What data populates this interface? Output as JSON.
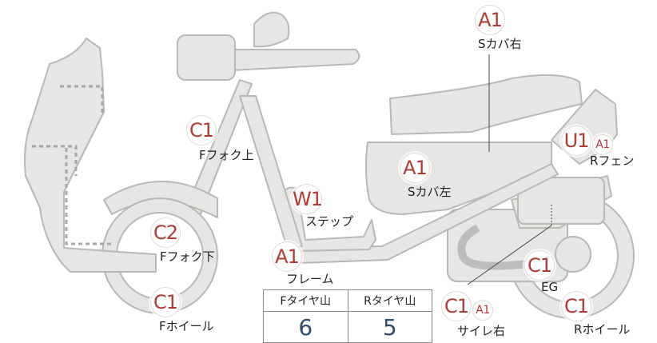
{
  "parts": {
    "s_cover_right": {
      "code": "A1",
      "label": "Sカバ右"
    },
    "f_fork_upper": {
      "code": "C1",
      "label": "Fフォク上"
    },
    "r_fender": {
      "code": "U1",
      "code2": "A1",
      "label": "Rフェン"
    },
    "s_cover_left": {
      "code": "A1",
      "label": "Sカバ左"
    },
    "step": {
      "code": "W1",
      "label": "ステップ"
    },
    "f_fork_lower": {
      "code": "C2",
      "label": "Fフォク下"
    },
    "frame": {
      "code": "A1",
      "label": "フレーム"
    },
    "engine": {
      "code": "C1",
      "label": "EG"
    },
    "f_wheel": {
      "code": "C1",
      "label": "Fホイール"
    },
    "muffler_right": {
      "code": "C1",
      "code2": "A1",
      "label": "サイレ右"
    },
    "r_wheel": {
      "code": "C1",
      "label": "Rホイール"
    }
  },
  "tire_table": {
    "headers": [
      "Fタイヤ山",
      "Rタイヤ山"
    ],
    "values": [
      "6",
      "5"
    ]
  },
  "colors": {
    "badge_text": "#b03a36",
    "body_fill": "#e6e6e4",
    "body_stroke": "#b8b8b5",
    "value_text": "#2f4a6f"
  }
}
